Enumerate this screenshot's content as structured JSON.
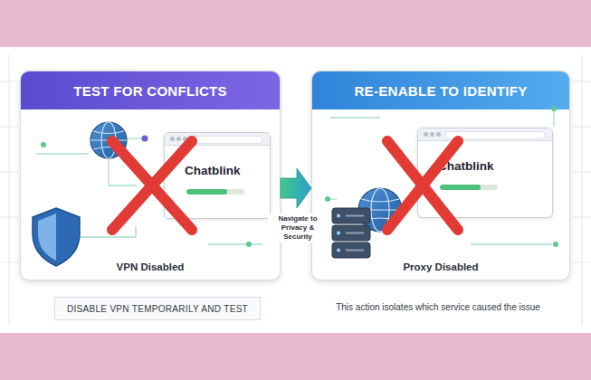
{
  "diagram": {
    "nodes": [
      {
        "text": [
          "TEST FOR CONFLICTS",
          "VPN Disabled"
        ]
      },
      {
        "text": [
          "Chatblink"
        ],
        "in": 0
      },
      {
        "text": [
          "RE-ENABLE TO IDENTIFY",
          "Proxy Disabled"
        ]
      },
      {
        "text": [
          "Chatblink"
        ],
        "in": 2
      },
      {
        "text": [
          "DISABLE VPN TEMPORARILY AND TEST"
        ]
      }
    ],
    "edges": [
      {
        "from": 0,
        "to": 2,
        "arrow": "to",
        "label": "Navigate to Privacy & Security"
      }
    ],
    "labels": [
      "This action isolates which service caused the issue"
    ]
  }
}
